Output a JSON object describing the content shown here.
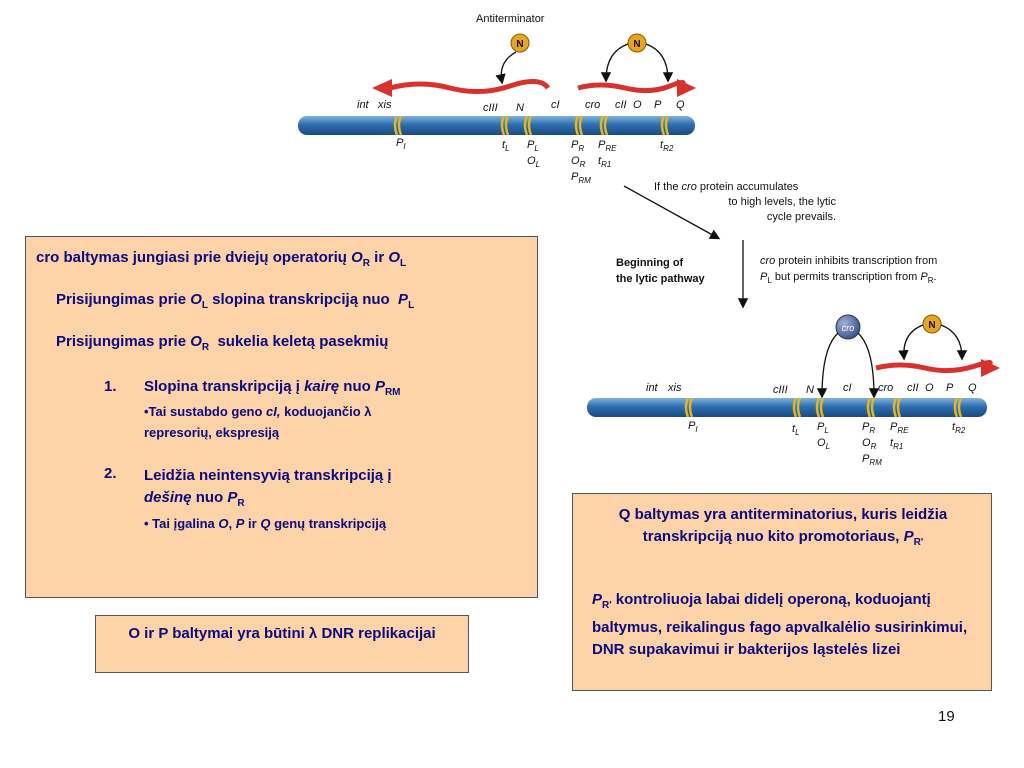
{
  "diagram_top": {
    "antiterminator_label": "Antiterminator",
    "n_protein": "N",
    "genes": [
      "int",
      "xis",
      "cIII",
      "N",
      "cI",
      "cro",
      "cII",
      "O",
      "P",
      "Q"
    ],
    "pi": "P",
    "pi_sub": "I",
    "tl": "t",
    "tl_sub": "L",
    "pl": "P",
    "pl_sub": "L",
    "ol": "O",
    "ol_sub": "L",
    "pr": "P",
    "pr_sub": "R",
    "or": "O",
    "or_sub": "R",
    "prm": "P",
    "prm_sub": "RM",
    "pre": "P",
    "pre_sub": "RE",
    "tr1": "t",
    "tr1_sub": "R1",
    "tr2": "t",
    "tr2_sub": "R2"
  },
  "middle_notes": {
    "accumulate_1a": "If the ",
    "accumulate_1b": "cro",
    "accumulate_1c": " protein accumulates",
    "accumulate_2": "to high levels, the lytic",
    "accumulate_3": "cycle prevails.",
    "beginning_1": "Beginning of",
    "beginning_2": "the lytic pathway",
    "inhibit_1a": "cro",
    "inhibit_1b": " protein inhibits transcription from",
    "inhibit_2a": "P",
    "inhibit_2b": "L",
    "inhibit_2c": " but permits transcription from ",
    "inhibit_2d": "P",
    "inhibit_2e": "R",
    "inhibit_2f": "."
  },
  "diagram_bottom": {
    "cro_protein": "cro",
    "n_protein": "N"
  },
  "left_box": {
    "line1_a": "cro baltymas jungiasi prie dviejų operatorių ",
    "line1_o": "O",
    "line1_r": "R",
    "line1_b": " ir ",
    "line1_o2": "O",
    "line1_l": "L",
    "line2_a": "Prisijungimas prie ",
    "line2_o": "O",
    "line2_l": "L",
    "line2_b": " slopina transkripciją nuo  ",
    "line2_p": "P",
    "line2_l2": "L",
    "line3_a": "Prisijungimas prie ",
    "line3_o": "O",
    "line3_r": "R",
    "line3_b": "  sukelia keletą pasekmių",
    "item1_num": "1.",
    "item1_a": "Slopina transkripciją į ",
    "item1_b": "kairę",
    "item1_c": " nuo ",
    "item1_p": "P",
    "item1_rm": "RM",
    "sub1_a": "•Tai sustabdo geno ",
    "sub1_b": "cI,",
    "sub1_c": " koduojančio λ represorių, ekspresiją",
    "item2_num": "2.",
    "item2_a": "Leidžia neintensyvią transkripciją į ",
    "item2_b": "dešinę",
    "item2_c": " nuo ",
    "item2_p": "P",
    "item2_r": "R",
    "sub2_a": "• Tai įgalina ",
    "sub2_o": "O",
    "sub2_c": ", ",
    "sub2_p": "P",
    "sub2_d": " ir ",
    "sub2_q": "Q",
    "sub2_e": " genų transkripciją"
  },
  "bottom_box": {
    "text": "O ir P baltymai yra būtini λ DNR replikacijai"
  },
  "right_box": {
    "p1_a": "Q baltymas yra antiterminatorius, kuris leidžia transkripciją nuo kito promotoriaus, ",
    "p1_p": "P",
    "p1_r": "R'",
    "p2_p": "P",
    "p2_r": "R'",
    "p2_text": " kontroliuoja labai didelį operoną, koduojantį baltymus, reikalingus fago apvalkalėlio susirinkimui, DNR supakavimui ir bakterijos ląstelės lizei"
  },
  "page_number": "19",
  "colors": {
    "box_fill": "#fdd3a7",
    "text_blue": "#0b0b80",
    "dna_blue": "#2e6fb0",
    "mrna_red": "#d9312c",
    "n_fill": "#e8a41c"
  }
}
